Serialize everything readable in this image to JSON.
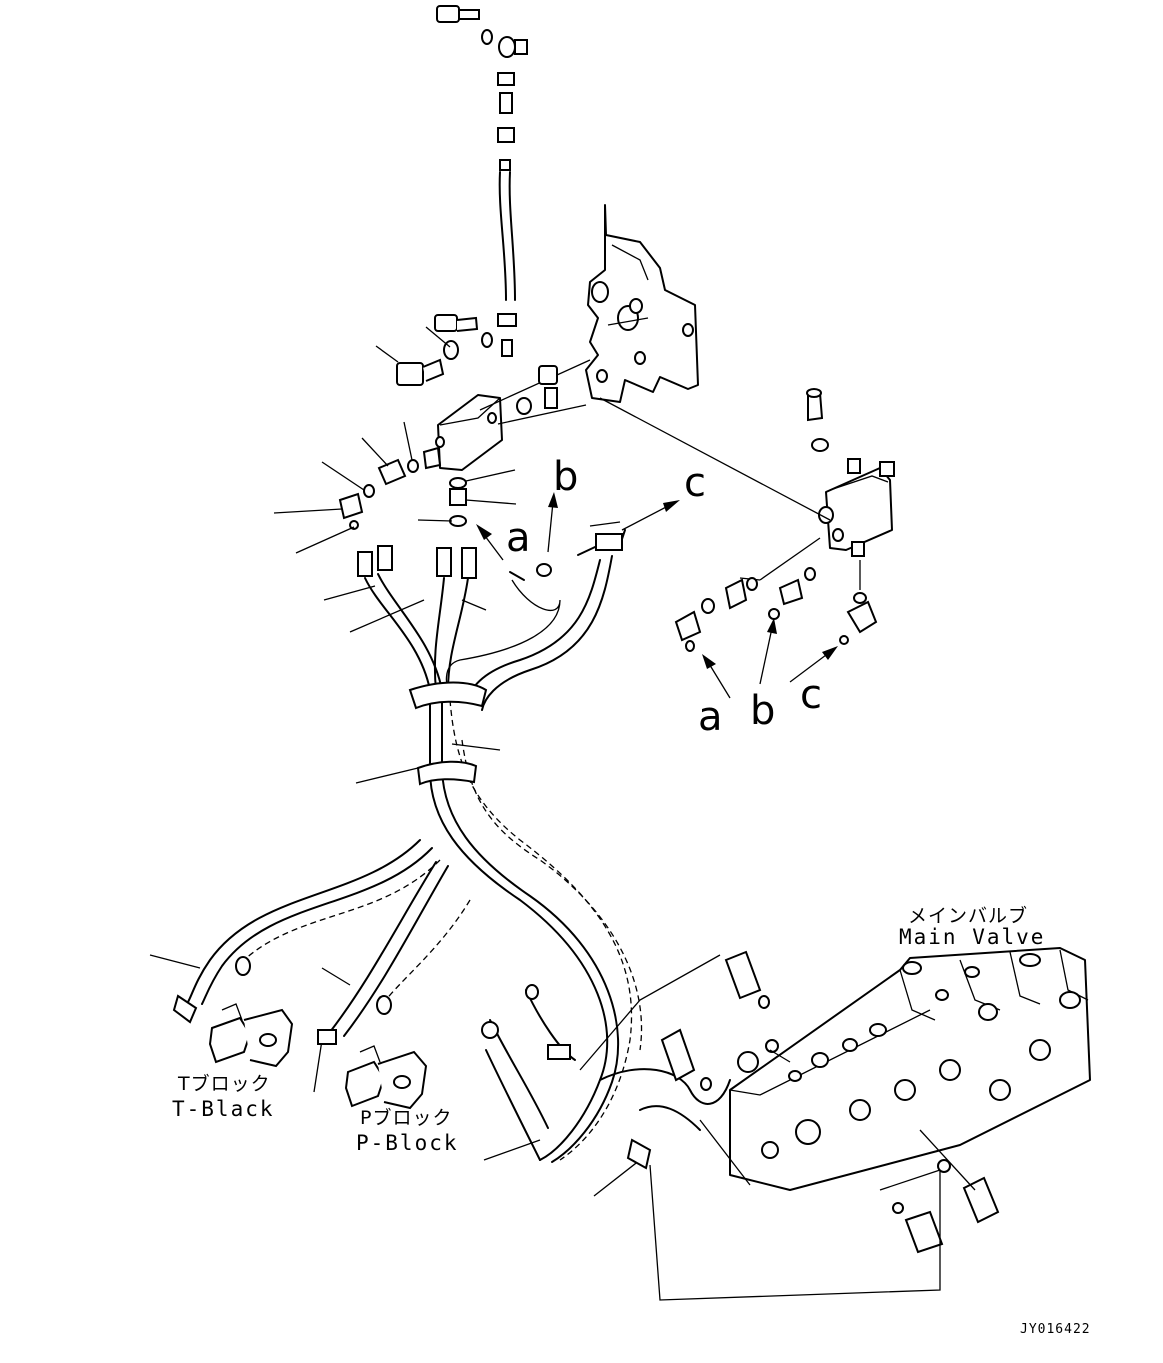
{
  "callouts": {
    "left": [
      "a",
      "b",
      "c"
    ],
    "right": [
      "a",
      "b",
      "c"
    ]
  },
  "labels": {
    "t_block_jp": "Tブロック",
    "t_block_en": "T-Black",
    "p_block_jp": "Pブロック",
    "p_block_en": "P-Block",
    "main_valve_jp": "メインバルブ",
    "main_valve_en": "Main Valve"
  },
  "drawing_code": "JY016422"
}
